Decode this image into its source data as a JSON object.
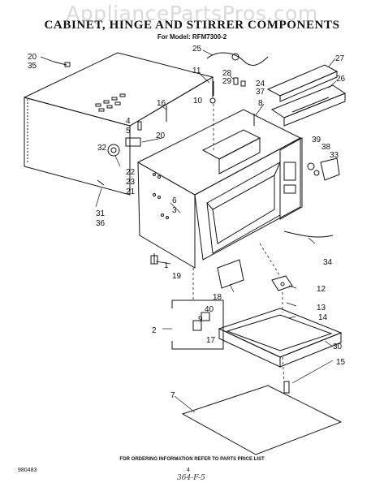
{
  "watermark": "AppliancePartsPros.com",
  "title": "CABINET, HINGE AND STIRRER COMPONENTS",
  "subtitle": "For Model: RFM7300-2",
  "part_labels": [
    "20",
    "35",
    "25",
    "27",
    "11",
    "28",
    "29",
    "24",
    "37",
    "26",
    "10",
    "16",
    "8",
    "4",
    "5",
    "20",
    "39",
    "38",
    "33",
    "32",
    "22",
    "23",
    "21",
    "6",
    "3",
    "31",
    "36",
    "34",
    "1",
    "19",
    "18",
    "12",
    "40",
    "9",
    "13",
    "14",
    "2",
    "17",
    "30",
    "15",
    "7"
  ],
  "footer": "FOR ORDERING INFORMATION REFER TO PARTS PRICE LIST",
  "doc_code": "980483",
  "page_number": "4",
  "handwritten_note": "364-F-5"
}
